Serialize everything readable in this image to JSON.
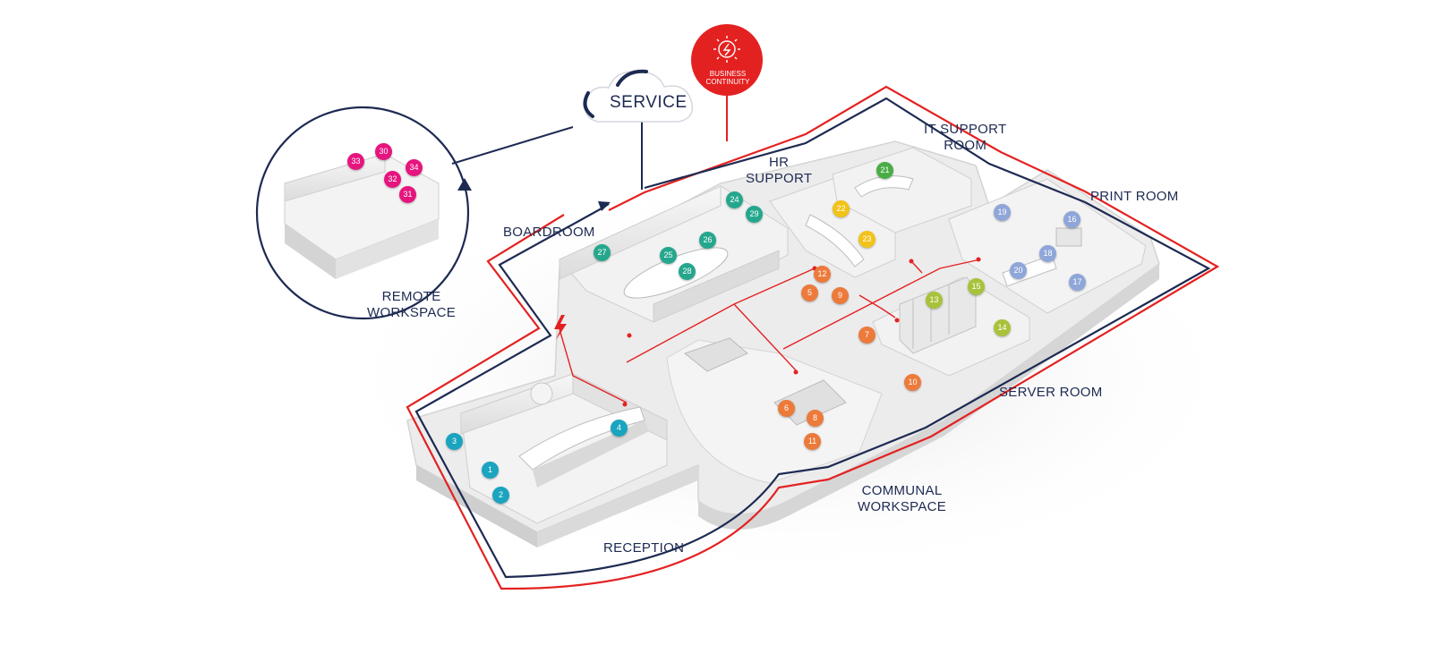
{
  "cloud": {
    "label": "SERVICE"
  },
  "continuity": {
    "line1": "BUSINESS",
    "line2": "CONTINUITY"
  },
  "rooms": {
    "remote": [
      "REMOTE",
      "WORKSPACE"
    ],
    "boardroom": "BOARDROOM",
    "hr": [
      "HR",
      "SUPPORT"
    ],
    "it": [
      "IT SUPPORT",
      "ROOM"
    ],
    "print": "PRINT ROOM",
    "server": "SERVER ROOM",
    "communal": [
      "COMMUNAL",
      "WORKSPACE"
    ],
    "reception": "RECEPTION"
  },
  "markers": {
    "reception": [
      "1",
      "2",
      "3",
      "4"
    ],
    "office": [
      "5",
      "6",
      "7",
      "8",
      "9",
      "10",
      "11",
      "12"
    ],
    "server": [
      "13",
      "14",
      "15"
    ],
    "print": [
      "16",
      "17",
      "18",
      "19",
      "20"
    ],
    "it": [
      "21"
    ],
    "hr": [
      "22",
      "23"
    ],
    "boardroom": [
      "24",
      "25",
      "26",
      "27",
      "28",
      "29"
    ],
    "remote": [
      "30",
      "31",
      "32",
      "33",
      "34"
    ]
  },
  "colors": {
    "navy": "#1d2a52",
    "red": "#e42121",
    "reception": "#1aa4bf",
    "office": "#ec7a3b",
    "server": "#a8c23a",
    "hr": "#f2c318",
    "it": "#49ad47",
    "print": "#8fa6d9",
    "boardroom": "#25a78d",
    "remote": "#e6157e"
  },
  "icons": {
    "continuity": "sun-lightning-icon",
    "outage": "lightning-bolt-icon",
    "arrow": "arrowhead-icon"
  }
}
